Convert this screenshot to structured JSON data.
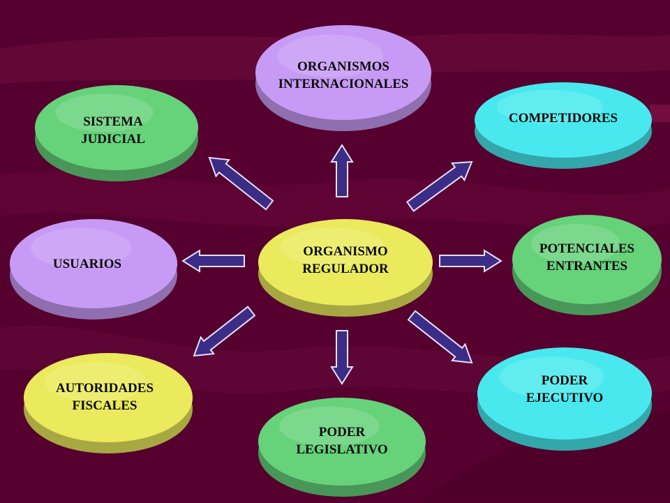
{
  "colors": {
    "background": "#55002e",
    "arrow_fill": "#3b2d86",
    "arrow_stroke": "#e8e0ff",
    "green": "#66d27a",
    "violet": "#c79af5",
    "cyan": "#48e8ee",
    "yellow": "#eaea5c"
  },
  "nodes": {
    "center": {
      "lines": [
        "ORGANISMO",
        "REGULADOR"
      ],
      "color": "yellow"
    },
    "top": {
      "lines": [
        "ORGANISMOS",
        "INTERNACIONALES"
      ],
      "color": "violet"
    },
    "top_left": {
      "lines": [
        "SISTEMA",
        "JUDICIAL"
      ],
      "color": "green"
    },
    "top_right": {
      "lines": [
        "COMPETIDORES"
      ],
      "color": "cyan"
    },
    "left": {
      "lines": [
        "USUARIOS"
      ],
      "color": "violet"
    },
    "right": {
      "lines": [
        "POTENCIALES",
        "ENTRANTES"
      ],
      "color": "green"
    },
    "bottom_left": {
      "lines": [
        "AUTORIDADES",
        "FISCALES"
      ],
      "color": "yellow"
    },
    "bottom": {
      "lines": [
        "PODER",
        "LEGISLATIVO"
      ],
      "color": "green"
    },
    "bottom_right": {
      "lines": [
        "PODER",
        "EJECUTIVO"
      ],
      "color": "cyan"
    }
  }
}
